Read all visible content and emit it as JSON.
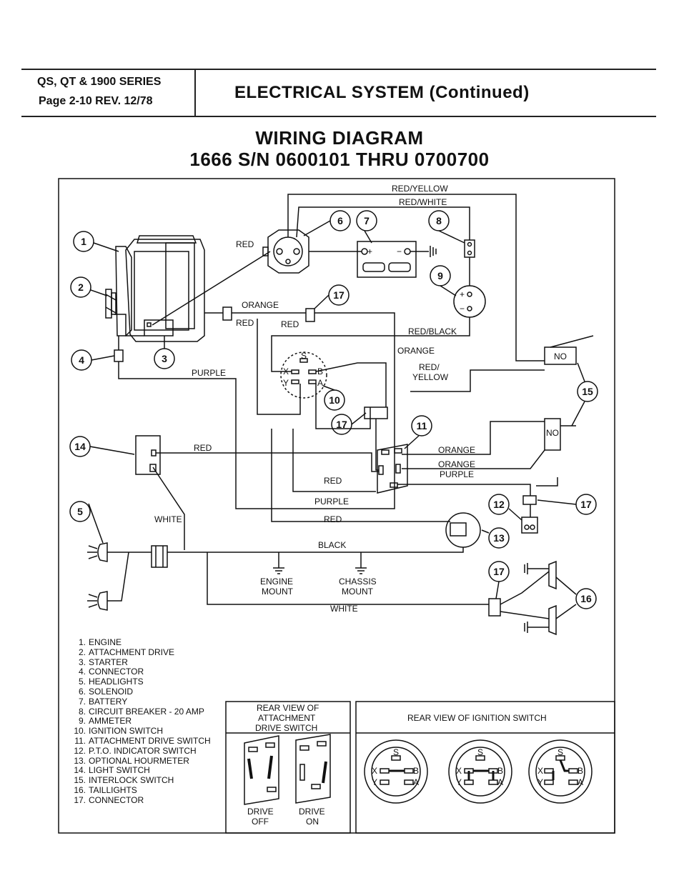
{
  "header": {
    "series": "QS, QT & 1900 SERIES",
    "page_rev": "Page 2-10 REV. 12/78",
    "section_title": "ELECTRICAL SYSTEM (Continued)"
  },
  "title": {
    "line1": "WIRING DIAGRAM",
    "line2": "1666 S/N 0600101 THRU 0700700"
  },
  "wire_labels": {
    "red_yellow_top": "RED/YELLOW",
    "red_white": "RED/WHITE",
    "red_solenoid": "RED",
    "orange_top": "ORANGE",
    "red_a": "RED",
    "red_b": "RED",
    "red_black": "RED/BLACK",
    "orange_mid": "ORANGE",
    "red_yellow_mid_1": "RED/",
    "red_yellow_mid_2": "YELLOW",
    "purple_top": "PURPLE",
    "red_light": "RED",
    "orange_r1": "ORANGE",
    "orange_r2": "ORANGE",
    "purple_r": "PURPLE",
    "red_low": "RED",
    "purple_low": "PURPLE",
    "red_bottom": "RED",
    "white_left": "WHITE",
    "black": "BLACK",
    "white_bottom": "WHITE",
    "engine_mount_1": "ENGINE",
    "engine_mount_2": "MOUNT",
    "chassis_mount_1": "CHASSIS",
    "chassis_mount_2": "MOUNT",
    "no_upper": "NO",
    "no_lower": "NO"
  },
  "terminals": {
    "plus": "+",
    "minus": "−",
    "s": "S",
    "b": "B",
    "x": "X",
    "y": "Y",
    "a": "A"
  },
  "callouts": [
    "1",
    "2",
    "3",
    "4",
    "5",
    "6",
    "7",
    "8",
    "9",
    "10",
    "11",
    "12",
    "13",
    "14",
    "15",
    "16",
    "17"
  ],
  "legend": [
    {
      "n": "1.",
      "label": "ENGINE"
    },
    {
      "n": "2.",
      "label": "ATTACHMENT DRIVE"
    },
    {
      "n": "3.",
      "label": "STARTER"
    },
    {
      "n": "4.",
      "label": "CONNECTOR"
    },
    {
      "n": "5.",
      "label": "HEADLIGHTS"
    },
    {
      "n": "6.",
      "label": "SOLENOID"
    },
    {
      "n": "7.",
      "label": "BATTERY"
    },
    {
      "n": "8.",
      "label": "CIRCUIT BREAKER - 20 AMP"
    },
    {
      "n": "9.",
      "label": "AMMETER"
    },
    {
      "n": "10.",
      "label": "IGNITION SWITCH"
    },
    {
      "n": "11.",
      "label": "ATTACHMENT DRIVE SWITCH"
    },
    {
      "n": "12.",
      "label": "P.T.O. INDICATOR SWITCH"
    },
    {
      "n": "13.",
      "label": "OPTIONAL HOURMETER"
    },
    {
      "n": "14.",
      "label": "LIGHT SWITCH"
    },
    {
      "n": "15.",
      "label": "INTERLOCK SWITCH"
    },
    {
      "n": "16.",
      "label": "TAILLIGHTS"
    },
    {
      "n": "17.",
      "label": "CONNECTOR"
    }
  ],
  "rear_view_attachment": {
    "line1": "REAR VIEW OF",
    "line2": "ATTACHMENT",
    "line3": "DRIVE SWITCH",
    "off_1": "DRIVE",
    "off_2": "OFF",
    "on_1": "DRIVE",
    "on_2": "ON"
  },
  "rear_view_ignition": {
    "title": "REAR VIEW OF IGNITION SWITCH"
  }
}
